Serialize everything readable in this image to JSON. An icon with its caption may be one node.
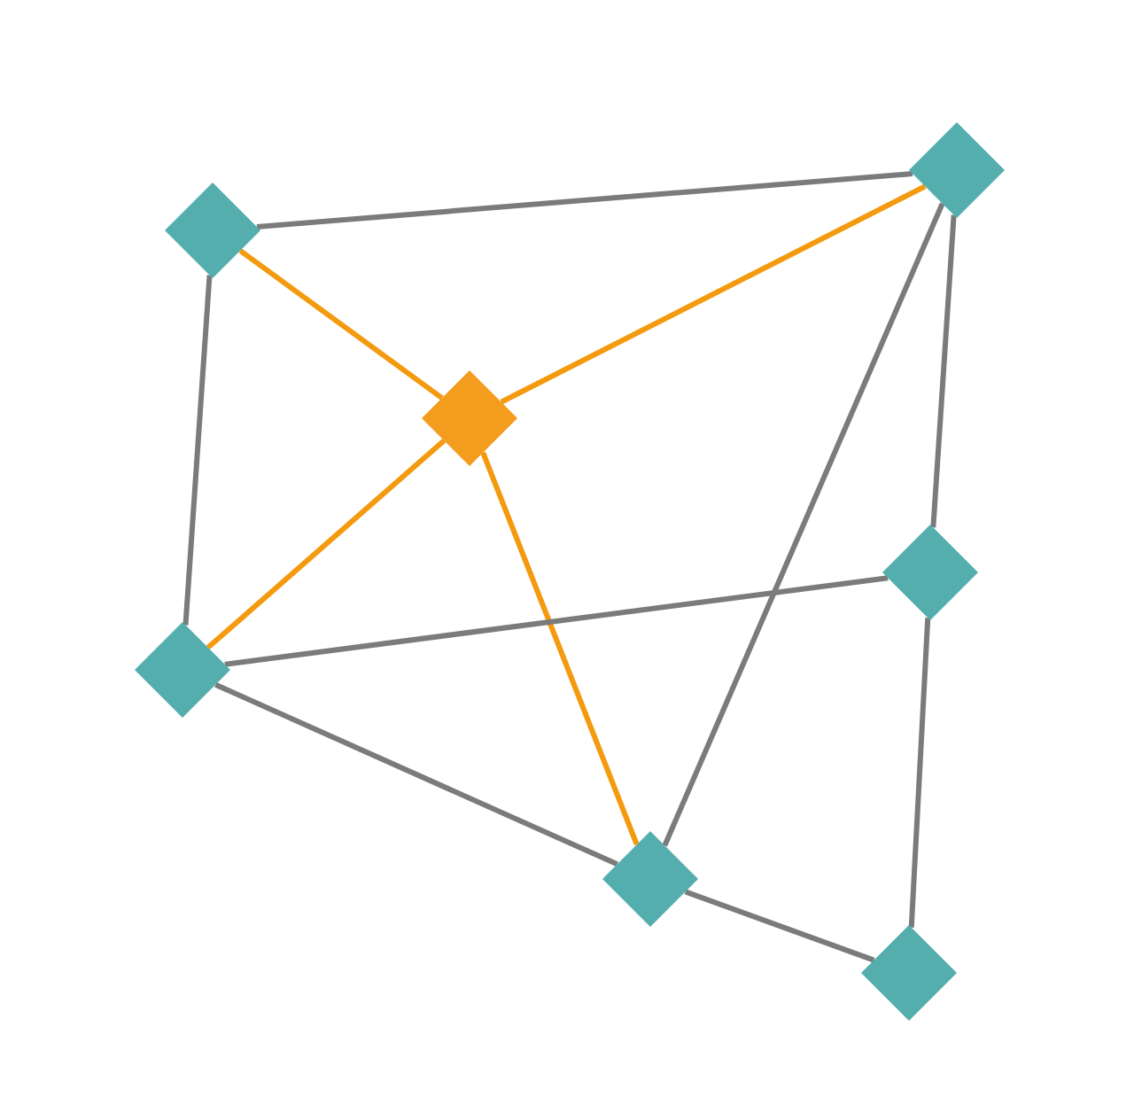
{
  "diagram": {
    "nodes": [
      {
        "text": [],
        "shape": "diamond"
      },
      {
        "text": [],
        "shape": "diamond"
      },
      {
        "text": [],
        "shape": "diamond"
      },
      {
        "text": [],
        "shape": "diamond"
      },
      {
        "text": [],
        "shape": "diamond"
      },
      {
        "text": [],
        "shape": "diamond"
      },
      {
        "text": [],
        "shape": "diamond"
      }
    ],
    "edges": [
      {
        "from": 1,
        "to": 0,
        "arrow": "none"
      },
      {
        "from": 1,
        "to": 2,
        "arrow": "none",
        "color": "#f39a0e"
      },
      {
        "from": 1,
        "to": 4,
        "arrow": "none"
      },
      {
        "from": 0,
        "to": 2,
        "arrow": "none",
        "color": "#f39a0e"
      },
      {
        "from": 0,
        "to": 3,
        "arrow": "none"
      },
      {
        "from": 0,
        "to": 5,
        "arrow": "none"
      },
      {
        "from": 2,
        "to": 4,
        "arrow": "none",
        "color": "#f39a0e"
      },
      {
        "from": 2,
        "to": 5,
        "arrow": "none",
        "color": "#f39a0e"
      },
      {
        "from": 4,
        "to": 3,
        "arrow": "none"
      },
      {
        "from": 4,
        "to": 5,
        "arrow": "none"
      },
      {
        "from": 3,
        "to": 6,
        "arrow": "none"
      },
      {
        "from": 5,
        "to": 6,
        "arrow": "none"
      }
    ]
  }
}
